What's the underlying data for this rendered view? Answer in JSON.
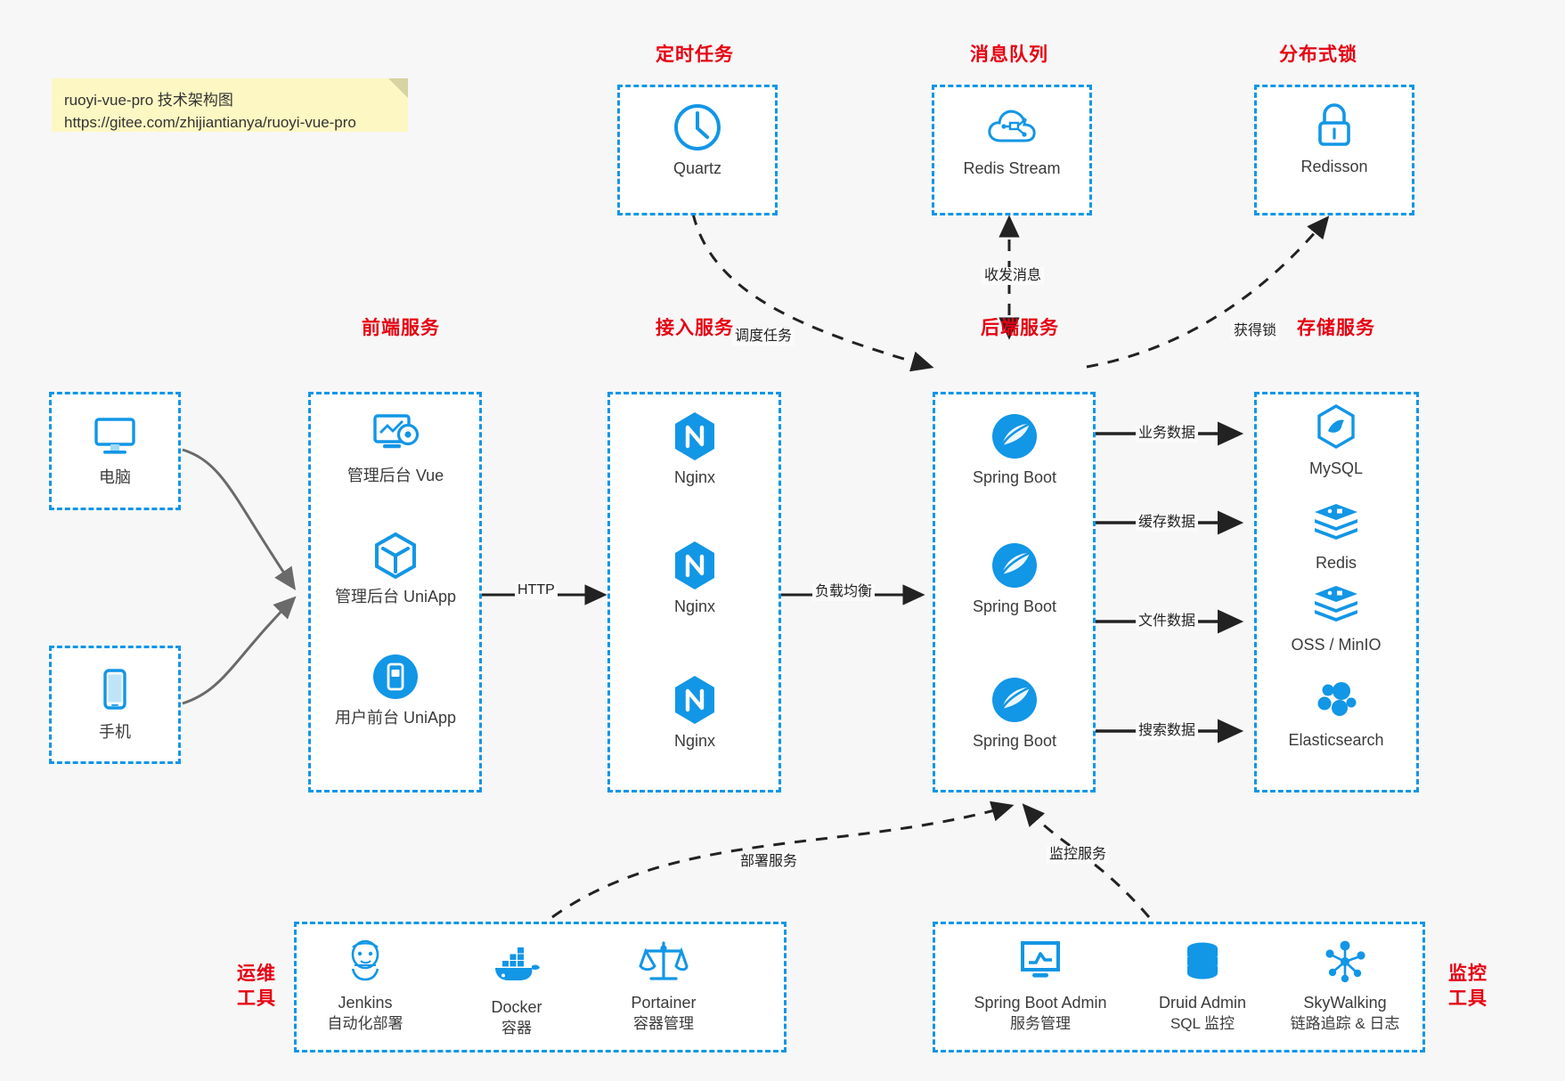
{
  "note": {
    "line1": "ruoyi-vue-pro 技术架构图",
    "line2": "https://gitee.com/zhijiantianya/ruoyi-vue-pro"
  },
  "colors": {
    "accent_blue": "#1296e6",
    "title_red": "#e60012",
    "background": "#f7f7f7",
    "note_yellow": "#fdf7c3",
    "wire_gray": "#555555"
  },
  "groups": {
    "scheduled_task": {
      "title": "定时任务",
      "nodes": [
        {
          "label": "Quartz",
          "icon": "clock-icon"
        }
      ]
    },
    "message_queue": {
      "title": "消息队列",
      "nodes": [
        {
          "label": "Redis Stream",
          "icon": "cloud-network-icon"
        }
      ]
    },
    "distributed_lock": {
      "title": "分布式锁",
      "nodes": [
        {
          "label": "Redisson",
          "icon": "lock-icon"
        }
      ]
    },
    "clients": {
      "nodes": [
        {
          "label": "电脑",
          "icon": "desktop-monitor-icon"
        },
        {
          "label": "手机",
          "icon": "smartphone-icon"
        }
      ]
    },
    "frontend": {
      "title": "前端服务",
      "nodes": [
        {
          "label": "管理后台 Vue",
          "icon": "dashboard-gear-icon"
        },
        {
          "label": "管理后台 UniApp",
          "icon": "uniapp-cube-icon"
        },
        {
          "label": "用户前台 UniApp",
          "icon": "mobile-app-icon"
        }
      ]
    },
    "gateway": {
      "title": "接入服务",
      "nodes": [
        {
          "label": "Nginx",
          "icon": "nginx-icon"
        },
        {
          "label": "Nginx",
          "icon": "nginx-icon"
        },
        {
          "label": "Nginx",
          "icon": "nginx-icon"
        }
      ]
    },
    "backend": {
      "title": "后端服务",
      "nodes": [
        {
          "label": "Spring Boot",
          "icon": "spring-boot-icon"
        },
        {
          "label": "Spring Boot",
          "icon": "spring-boot-icon"
        },
        {
          "label": "Spring Boot",
          "icon": "spring-boot-icon"
        }
      ]
    },
    "storage": {
      "title": "存储服务",
      "nodes": [
        {
          "label": "MySQL",
          "icon": "mysql-icon"
        },
        {
          "label": "Redis",
          "icon": "redis-icon"
        },
        {
          "label": "OSS / MinIO",
          "icon": "oss-minio-icon"
        },
        {
          "label": "Elasticsearch",
          "icon": "elasticsearch-icon"
        }
      ]
    },
    "devops": {
      "title": "运维\n工具",
      "title_line1": "运维",
      "title_line2": "工具",
      "nodes": [
        {
          "label": "Jenkins",
          "sub": "自动化部署",
          "icon": "jenkins-icon"
        },
        {
          "label": "Docker",
          "sub": "容器",
          "icon": "docker-icon"
        },
        {
          "label": "Portainer",
          "sub": "容器管理",
          "icon": "portainer-scale-icon"
        }
      ]
    },
    "monitoring": {
      "title_line1": "监控",
      "title_line2": "工具",
      "nodes": [
        {
          "label": "Spring Boot Admin",
          "sub": "服务管理",
          "icon": "monitor-chart-icon"
        },
        {
          "label": "Druid Admin",
          "sub": "SQL 监控",
          "icon": "database-icon"
        },
        {
          "label": "SkyWalking",
          "sub": "链路追踪 & 日志",
          "icon": "skywalking-icon"
        }
      ]
    }
  },
  "edges": [
    {
      "label": "调度任务",
      "from": "scheduled_task",
      "to": "backend"
    },
    {
      "label": "收发消息",
      "from": "message_queue",
      "to": "backend"
    },
    {
      "label": "获得锁",
      "from": "backend",
      "to": "distributed_lock"
    },
    {
      "label": "HTTP",
      "from": "frontend",
      "to": "gateway"
    },
    {
      "label": "负载均衡",
      "from": "gateway",
      "to": "backend"
    },
    {
      "label": "业务数据",
      "from": "backend",
      "to": "mysql"
    },
    {
      "label": "缓存数据",
      "from": "backend",
      "to": "redis"
    },
    {
      "label": "文件数据",
      "from": "backend",
      "to": "oss"
    },
    {
      "label": "搜索数据",
      "from": "backend",
      "to": "elasticsearch"
    },
    {
      "label": "部署服务",
      "from": "devops",
      "to": "backend"
    },
    {
      "label": "监控服务",
      "from": "monitoring",
      "to": "backend"
    }
  ]
}
